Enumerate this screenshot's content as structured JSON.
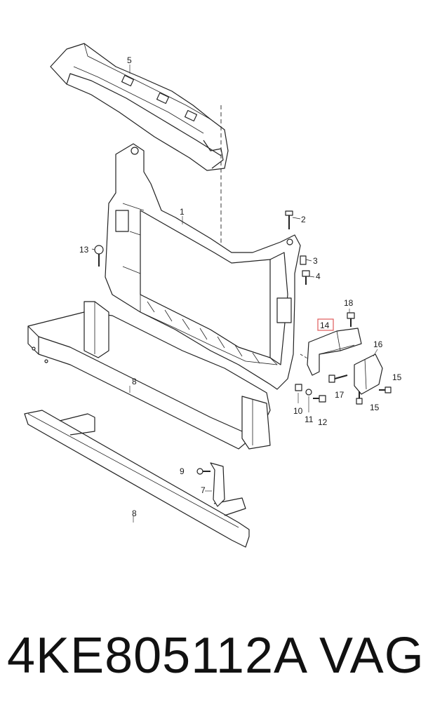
{
  "diagram": {
    "callouts": [
      {
        "id": "5",
        "label": "5"
      },
      {
        "id": "1",
        "label": "1"
      },
      {
        "id": "2",
        "label": "2"
      },
      {
        "id": "13",
        "label": "13"
      },
      {
        "id": "3",
        "label": "3"
      },
      {
        "id": "4",
        "label": "4"
      },
      {
        "id": "18",
        "label": "18"
      },
      {
        "id": "14",
        "label": "14",
        "highlighted": true
      },
      {
        "id": "16",
        "label": "16"
      },
      {
        "id": "15a",
        "label": "15"
      },
      {
        "id": "15b",
        "label": "15"
      },
      {
        "id": "17",
        "label": "17"
      },
      {
        "id": "10",
        "label": "10"
      },
      {
        "id": "11",
        "label": "11"
      },
      {
        "id": "12",
        "label": "12"
      },
      {
        "id": "8a",
        "label": "8"
      },
      {
        "id": "9",
        "label": "9"
      },
      {
        "id": "7",
        "label": "7"
      },
      {
        "id": "8b",
        "label": "8"
      }
    ],
    "highlight_color": "#e05a5a"
  },
  "caption": {
    "part_number": "4KE805112A",
    "brand": "VAG"
  }
}
